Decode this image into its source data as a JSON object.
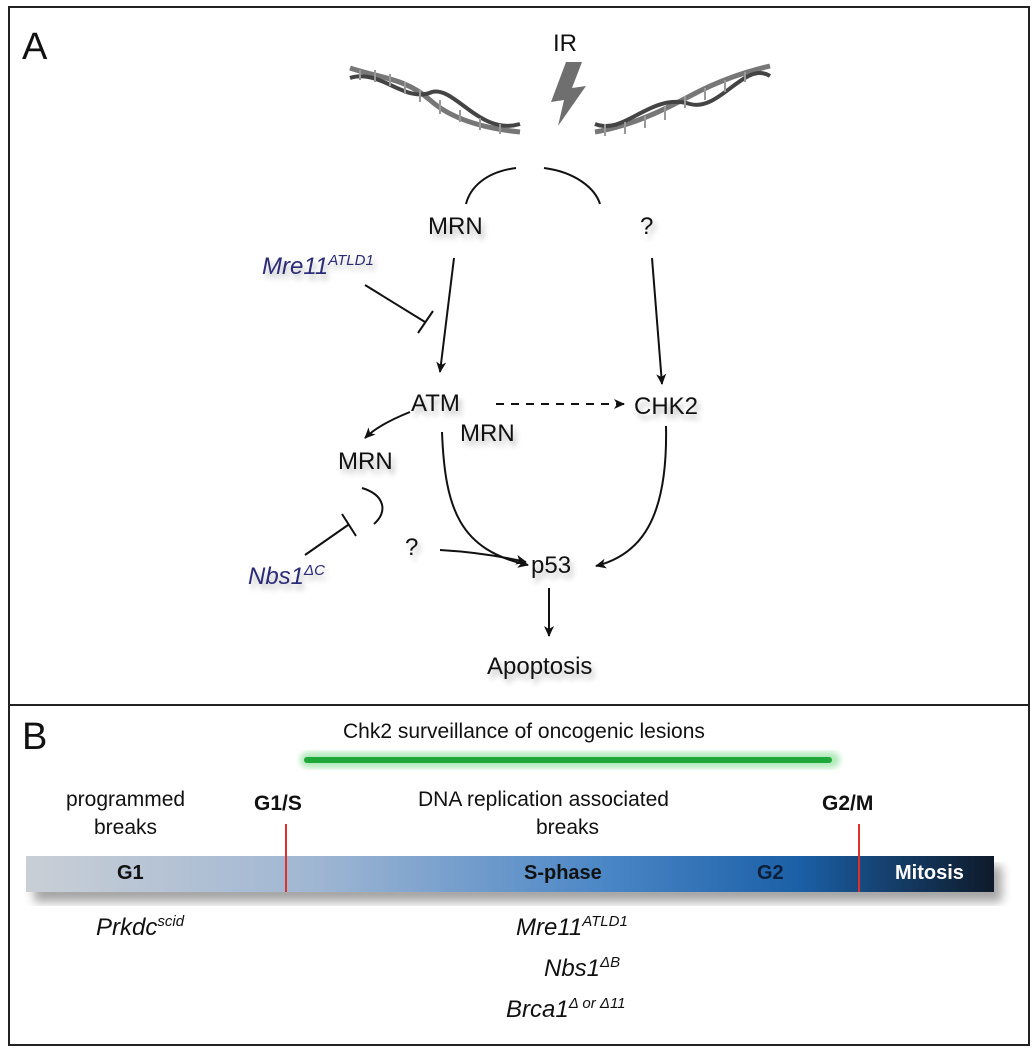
{
  "panel_a": {
    "letter": "A",
    "ir_label": "IR",
    "mrn_top": "MRN",
    "question_top": "?",
    "mre11": {
      "gene": "Mre11",
      "allele": "ATLD1"
    },
    "atm": "ATM",
    "mrn_under_atm": "MRN",
    "chk2": "CHK2",
    "mrn_left": "MRN",
    "question_mid": "?",
    "nbs1": {
      "gene": "Nbs1",
      "allele": "ΔC"
    },
    "p53": "p53",
    "apoptosis": "Apoptosis"
  },
  "panel_b": {
    "letter": "B",
    "surveillance": "Chk2 surveillance of oncogenic lesions",
    "programmed_1": "programmed",
    "programmed_2": "breaks",
    "g1s": "G1/S",
    "replication_1": "DNA replication associated",
    "replication_2": "breaks",
    "g2m": "G2/M",
    "phases": {
      "g1": "G1",
      "s": "S-phase",
      "g2": "G2",
      "m": "Mitosis"
    },
    "prkdc": {
      "gene": "Prkdc",
      "allele": "scid"
    },
    "mre11": {
      "gene": "Mre11",
      "allele": "ATLD1"
    },
    "nbs1": {
      "gene": "Nbs1",
      "allele": "ΔB"
    },
    "brca1": {
      "gene": "Brca1",
      "allele": "Δ or Δ11"
    }
  },
  "colors": {
    "mutant_text": "#2b2b78",
    "surveillance_bar": "#1fa83a",
    "checkpoint_line": "#e0302a",
    "bar_start": "#c9cfd6",
    "bar_mid": "#4a86c6",
    "bar_end": "#0e1a2a"
  }
}
